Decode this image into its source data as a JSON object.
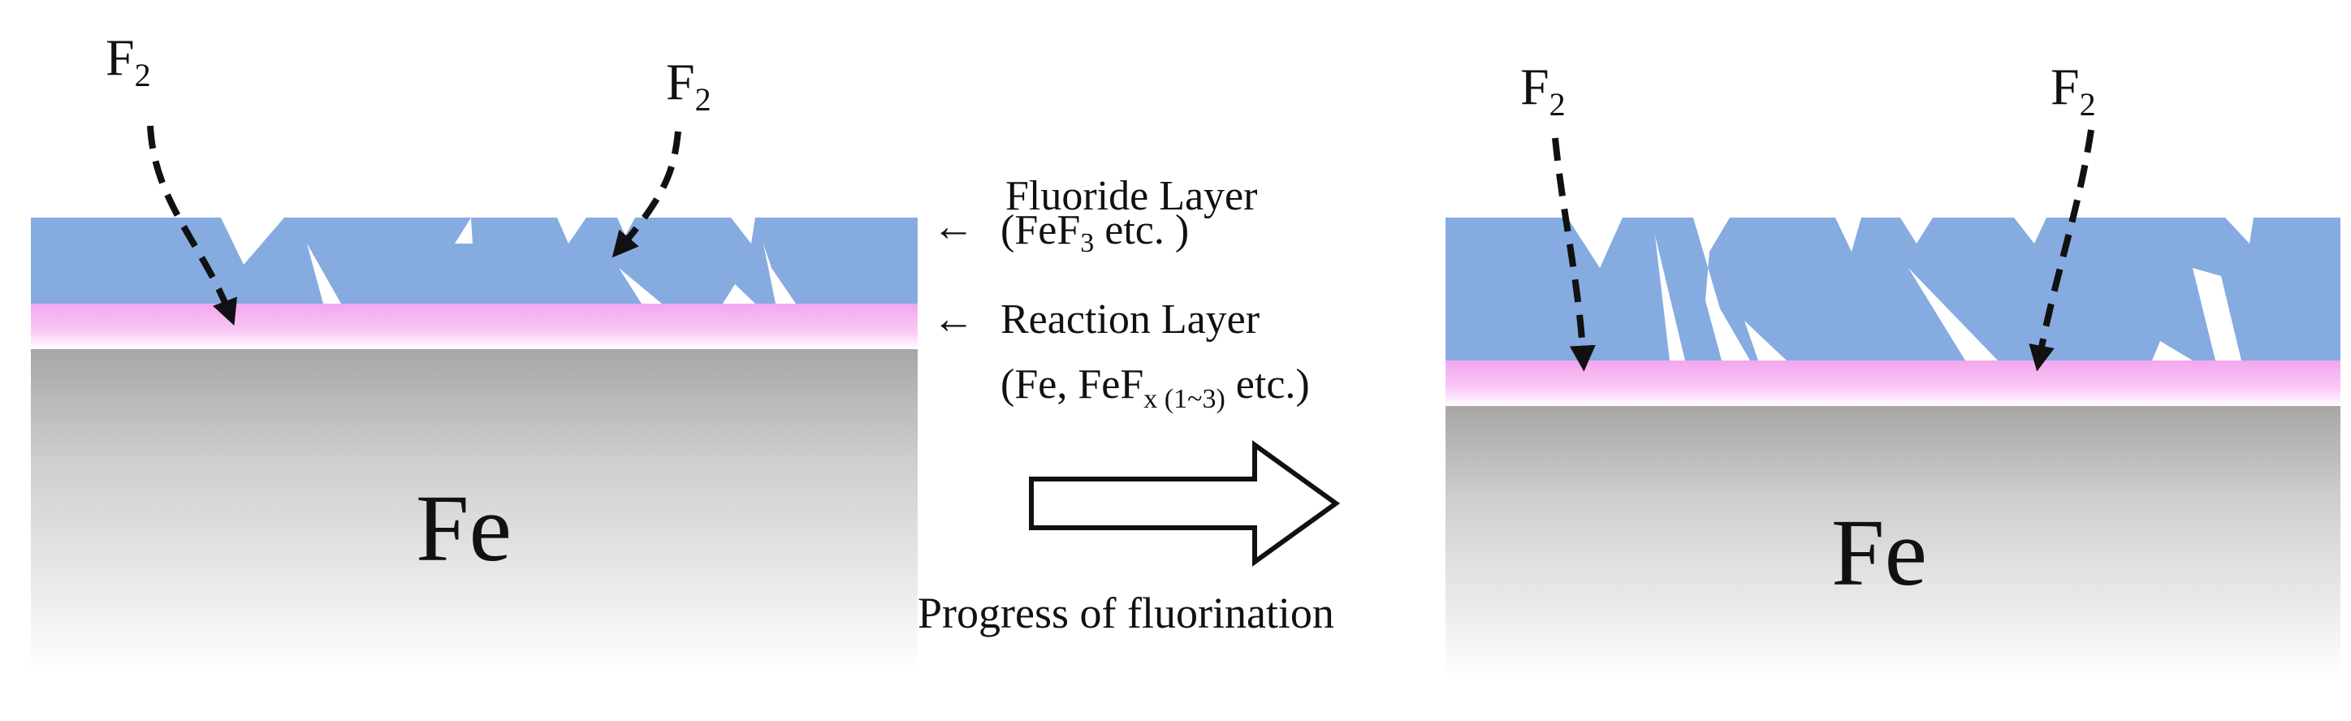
{
  "colors": {
    "fluoride_layer": "#86ABE0",
    "reaction_layer": "#F6B4EF",
    "iron_top": "#A9A6A6",
    "iron_bottom": "#FFFFFF",
    "arrow": "#111111"
  },
  "left_panel": {
    "gas_labels": [
      {
        "base": "F",
        "sub": "2"
      },
      {
        "base": "F",
        "sub": "2"
      }
    ],
    "substrate_label": "Fe"
  },
  "right_panel": {
    "gas_labels": [
      {
        "base": "F",
        "sub": "2"
      },
      {
        "base": "F",
        "sub": "2"
      }
    ],
    "substrate_label": "Fe"
  },
  "annotations": {
    "pointer_glyph": "←",
    "fluoride_layer": {
      "title": "Fluoride Layer",
      "formula_prefix": "(FeF",
      "formula_sub": "3",
      "formula_suffix": " etc. )"
    },
    "reaction_layer": {
      "title": "Reaction Layer",
      "formula_prefix": "(Fe, FeF",
      "formula_sub": "x (1~3)",
      "formula_suffix": " etc.)"
    }
  },
  "transition": {
    "caption": "Progress of fluorination",
    "arrow_icon": "right-arrow-icon"
  }
}
